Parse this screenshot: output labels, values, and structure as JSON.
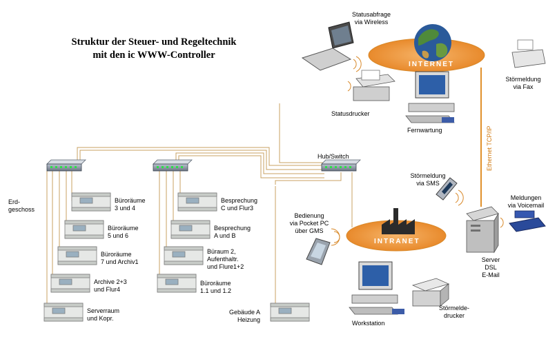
{
  "title": {
    "line1": "Struktur der Steuer- und Regeltechnik",
    "line2": "mit den ic WWW-Controller"
  },
  "clouds": {
    "internet": "INTERNET",
    "intranet": "INTRANET"
  },
  "ethernet_label": "Ethernet TCP/IP",
  "labels": {
    "statusabfrage": [
      "Statusabfrage",
      "via Wireless"
    ],
    "statusdrucker": "Statusdrucker",
    "fernwartung": "Fernwartung",
    "stoermeldung_fax": [
      "Störmeldung",
      "via Fax"
    ],
    "hub_switch": "Hub/Switch",
    "stoermeldung_sms": [
      "Störmeldung",
      "via SMS"
    ],
    "meldungen_voicemail": [
      "Meldungen",
      "via Voicemail"
    ],
    "bedienung": [
      "Bedienung",
      "via Pocket PC",
      "über GMS"
    ],
    "server": [
      "Server",
      "DSL",
      "E-Mail"
    ],
    "workstation": "Workstation",
    "stoermelde_drucker": [
      "Störmelde-",
      "drucker"
    ],
    "erdgeschoss": [
      "Erd-",
      "geschoss"
    ],
    "gebaeude_a": [
      "Gebäude A",
      "Heizung"
    ]
  },
  "controllers_left": [
    [
      "Büroräume",
      "3 und 4"
    ],
    [
      "Büroräume",
      "5 und 6"
    ],
    [
      "Büroräume",
      "7 und Archiv1"
    ],
    [
      "Archive 2+3",
      "und Flur4"
    ],
    [
      "Serverraum",
      "und Kopr."
    ]
  ],
  "controllers_right": [
    [
      "Besprechung",
      "C und Flur3"
    ],
    [
      "Besprechung",
      "A und B"
    ],
    [
      "Büraum 2,",
      "Aufenthaltr.",
      "und Flure1+2"
    ],
    [
      "Büroräume",
      "1.1 und 1.2"
    ]
  ],
  "colors": {
    "cloud": "#f0a048",
    "cloud_edge": "#d88828",
    "ethernet": "#e0902a",
    "wire": "#c8a060",
    "device_grey": "#b8b8b8"
  }
}
